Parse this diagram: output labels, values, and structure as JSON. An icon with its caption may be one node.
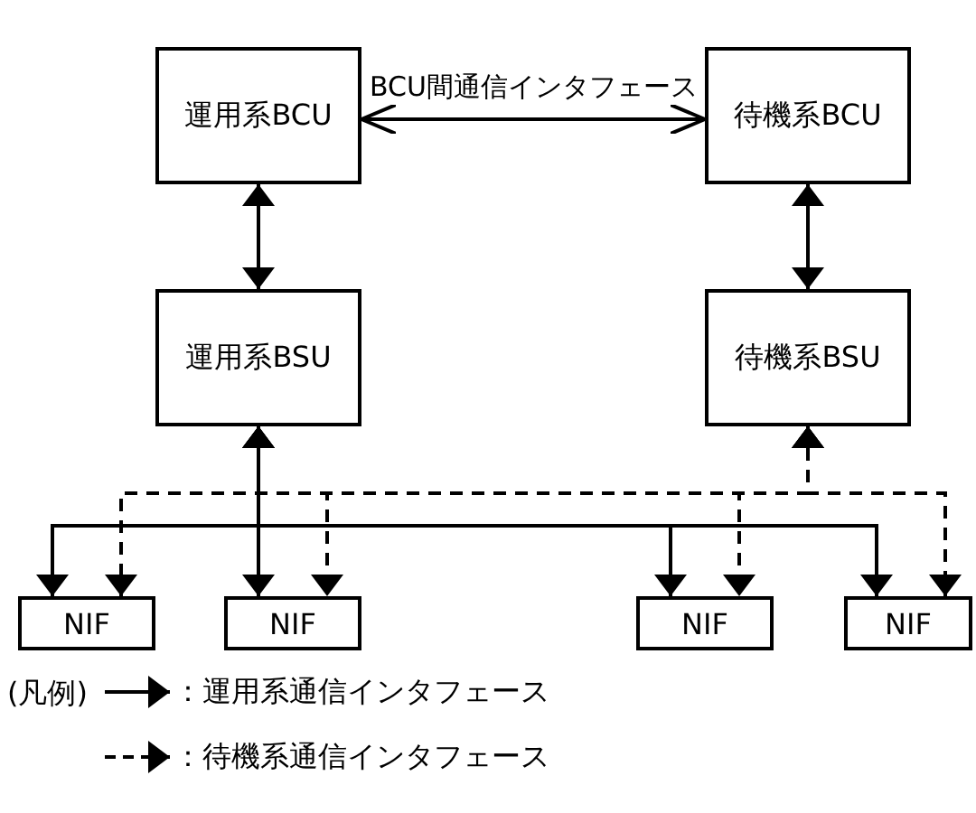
{
  "diagram": {
    "nodes": [
      {
        "text": [
          "運用系BCU"
        ]
      },
      {
        "text": [
          "待機系BCU"
        ]
      },
      {
        "text": [
          "運用系BSU"
        ]
      },
      {
        "text": [
          "待機系BSU"
        ]
      },
      {
        "text": [
          "NIF"
        ]
      },
      {
        "text": [
          "NIF"
        ]
      },
      {
        "text": [
          "NIF"
        ]
      },
      {
        "text": [
          "NIF"
        ]
      }
    ],
    "edges": [
      {
        "from": 0,
        "to": 1,
        "arrow": "both",
        "label": "BCU間通信インタフェース"
      },
      {
        "from": 0,
        "to": 2,
        "arrow": "both"
      },
      {
        "from": 1,
        "to": 3,
        "arrow": "both"
      },
      {
        "from": 2,
        "to": 4,
        "arrow": "both"
      },
      {
        "from": 2,
        "to": 5,
        "arrow": "both"
      },
      {
        "from": 2,
        "to": 6,
        "arrow": "both"
      },
      {
        "from": 2,
        "to": 7,
        "arrow": "both"
      },
      {
        "from": 3,
        "to": 4,
        "arrow": "both",
        "style": "dashed"
      },
      {
        "from": 3,
        "to": 5,
        "arrow": "both",
        "style": "dashed"
      },
      {
        "from": 3,
        "to": 6,
        "arrow": "both",
        "style": "dashed"
      },
      {
        "from": 3,
        "to": 7,
        "arrow": "both",
        "style": "dashed"
      }
    ],
    "labels": [
      "(凡例)"
    ],
    "legend": [
      {
        "text": "：運用系通信インタフェース"
      },
      {
        "text": "：待機系通信インタフェース"
      }
    ]
  }
}
